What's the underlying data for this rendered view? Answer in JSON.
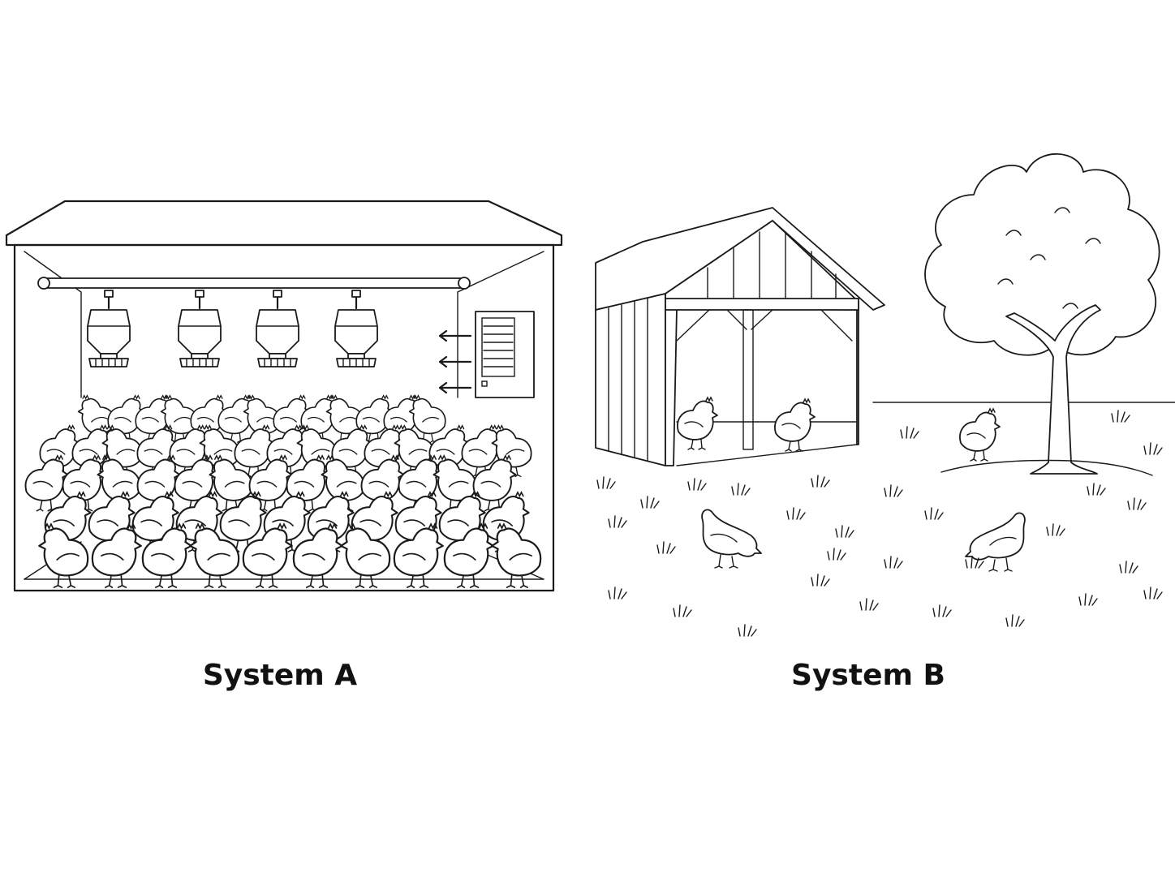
{
  "panels": [
    {
      "id": "a",
      "caption": "System A"
    },
    {
      "id": "b",
      "caption": "System B"
    }
  ],
  "colors": {
    "ink": "#1a1a1a",
    "background": "#ffffff"
  },
  "icons": [
    "feeder-icon",
    "ventilation-fan-icon",
    "airflow-arrow-icon",
    "hen-icon",
    "shelter-icon",
    "tree-icon",
    "grass-tuft-icon"
  ]
}
